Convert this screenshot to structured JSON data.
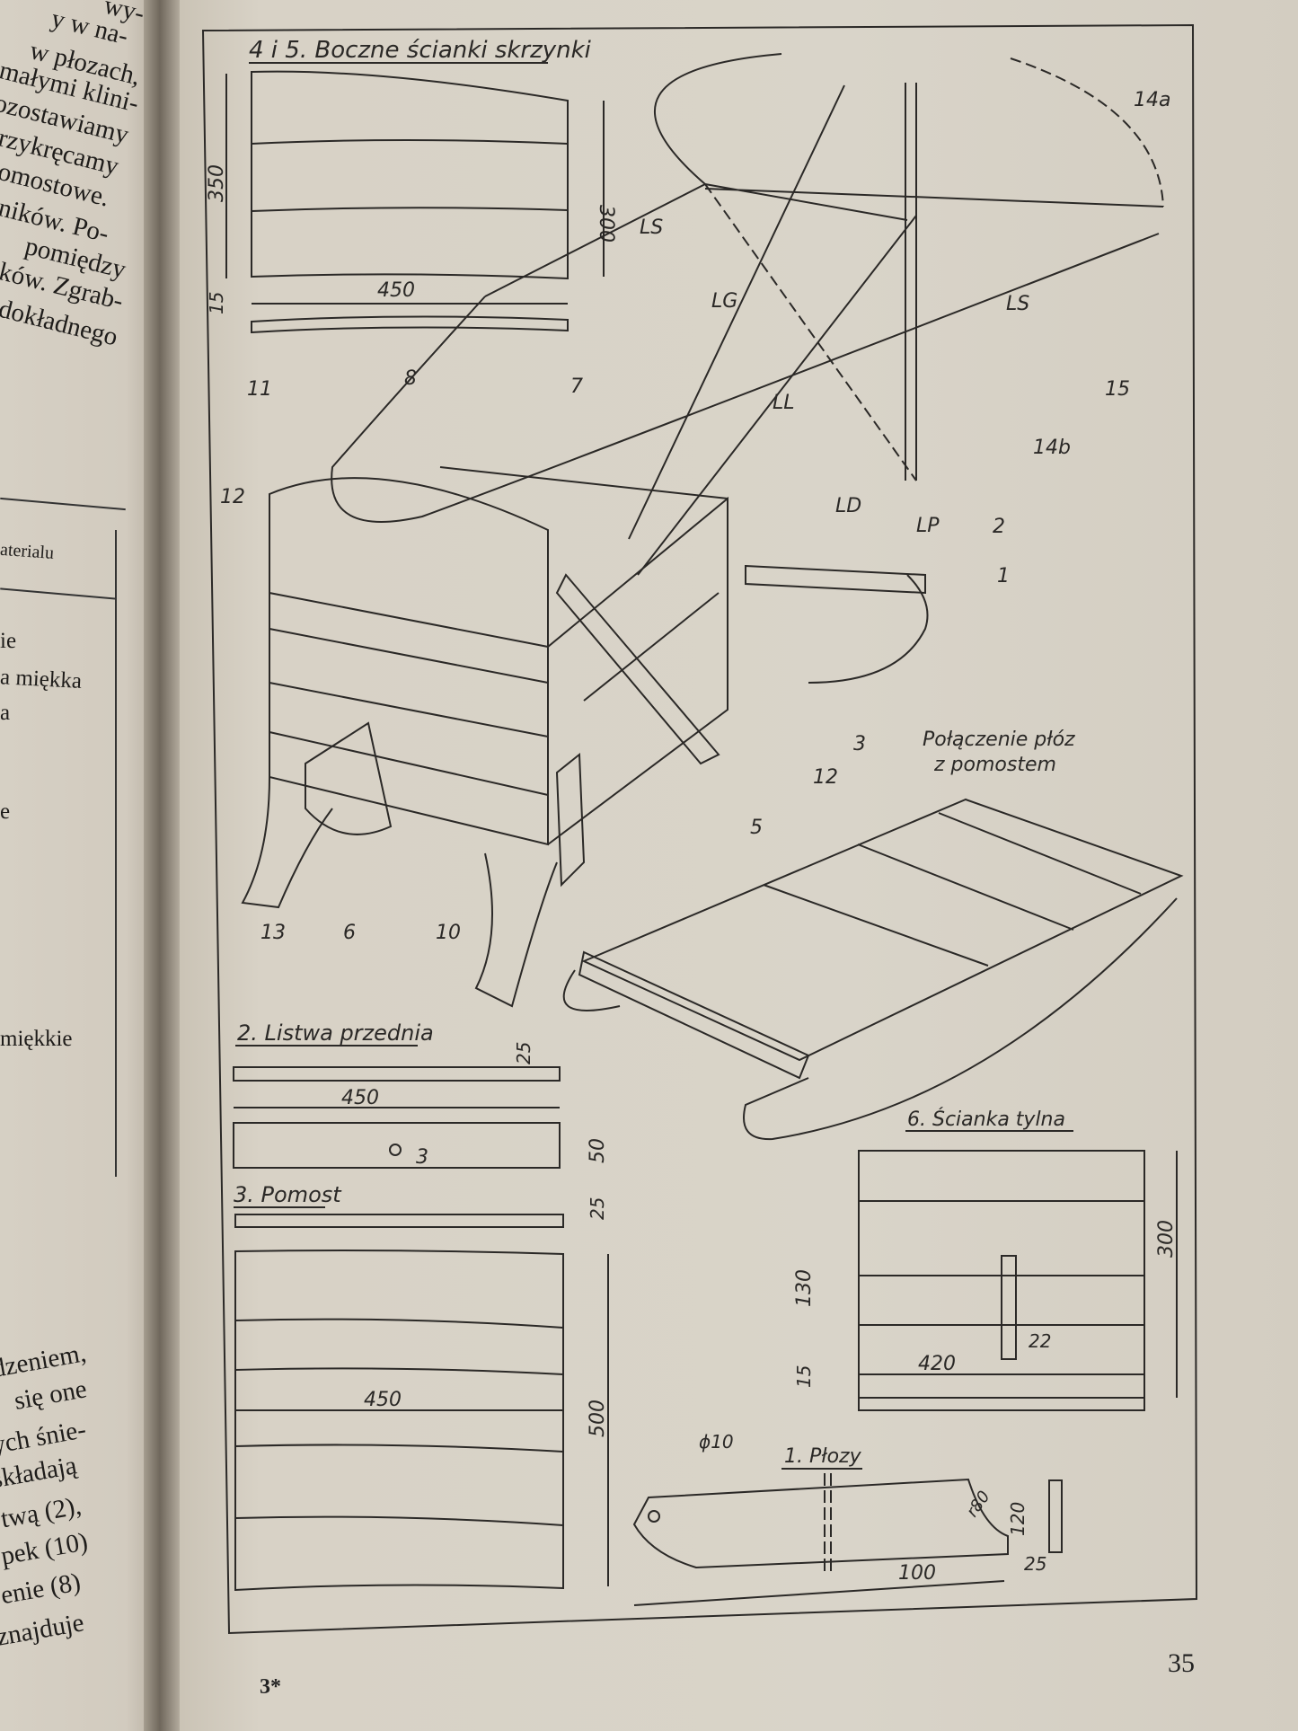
{
  "left_page": {
    "top_lines": [
      "wy-",
      "y w na-",
      "w płozach,",
      "małymi klini-",
      "pozostawiamy",
      "przykręcamy",
      "pomostowe.",
      "ników. Po-",
      "pomiędzy",
      "ków. Zgrab-",
      "dokładnego"
    ],
    "table_header": "aterialu",
    "table_lines": [
      "ie",
      "a miękka",
      "a",
      "e",
      "miękkie"
    ],
    "bottom_lines": [
      "dzeniem,",
      "się one",
      "ych śnie-",
      "składają",
      "twą (2),",
      "pek (10)",
      "enie (8)",
      "znajduje"
    ]
  },
  "drawing": {
    "side_walls": {
      "title": "4 i 5. Boczne ścianki skrzynki",
      "dims": [
        "350",
        "300",
        "450",
        "15"
      ]
    },
    "assembly_labels": [
      "11",
      "8",
      "7",
      "12",
      "LS",
      "LG",
      "LL",
      "LD",
      "LP",
      "2",
      "1",
      "14a",
      "14b",
      "15",
      "LS",
      "3",
      "12",
      "5",
      "10",
      "6",
      "13"
    ],
    "runner_platform": {
      "title_line1": "Połączenie płóz",
      "title_line2": "z pomostem"
    },
    "front_strip": {
      "title": "2. Listwa przednia",
      "dims": [
        "25",
        "450",
        "50",
        "3"
      ]
    },
    "platform": {
      "title": "3. Pomost",
      "dims": [
        "25",
        "450",
        "500"
      ]
    },
    "rear_wall": {
      "title": "6. Ścianka tylna",
      "dims": [
        "300",
        "130",
        "420",
        "22",
        "15"
      ]
    },
    "runners": {
      "title": "1. Płozy",
      "dims": [
        "ϕ10",
        "r80",
        "120",
        "100",
        "25"
      ]
    }
  },
  "footer": {
    "signature_mark": "3*",
    "page_number": "35"
  }
}
